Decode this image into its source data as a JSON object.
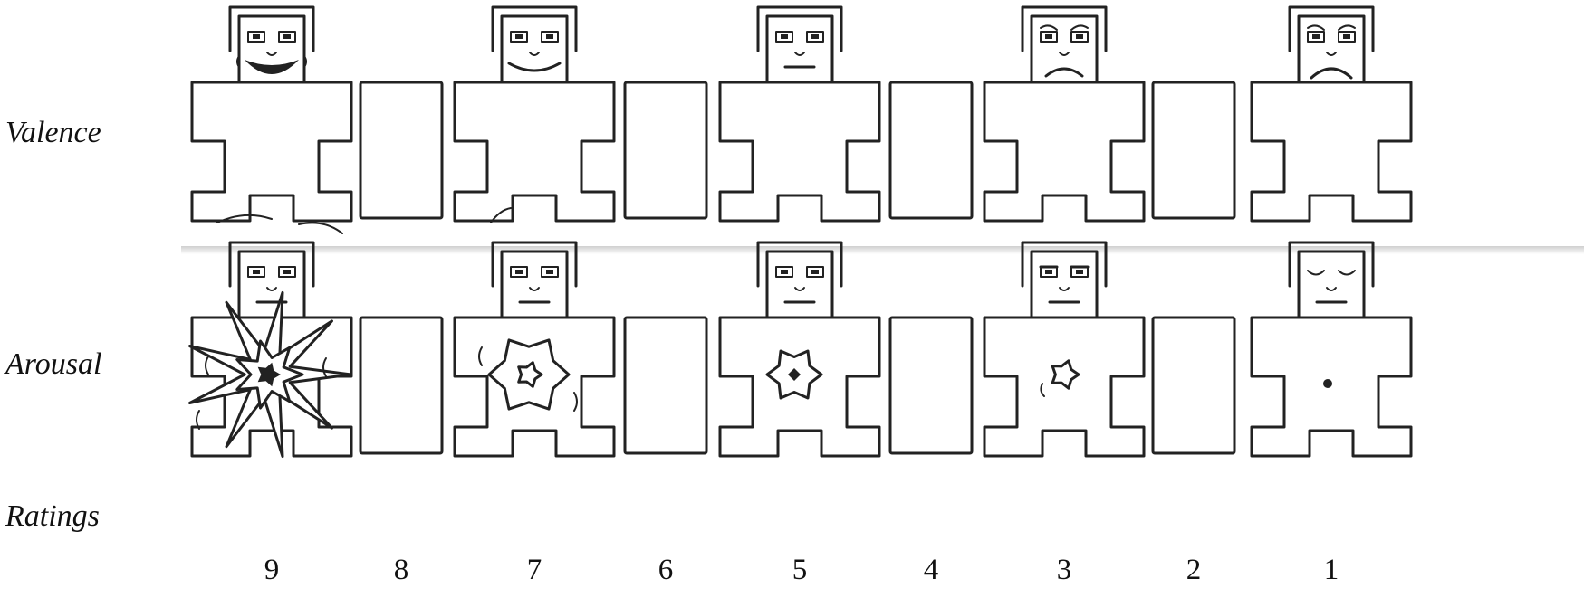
{
  "labels": {
    "valence": "Valence",
    "arousal": "Arousal",
    "ratings": "Ratings"
  },
  "ratings": [
    "9",
    "8",
    "7",
    "6",
    "5",
    "4",
    "3",
    "2",
    "1"
  ],
  "figures": {
    "valence": [
      {
        "kind": "figure",
        "face": "very-happy"
      },
      {
        "kind": "box"
      },
      {
        "kind": "figure",
        "face": "happy"
      },
      {
        "kind": "box"
      },
      {
        "kind": "figure",
        "face": "neutral"
      },
      {
        "kind": "box"
      },
      {
        "kind": "figure",
        "face": "sad"
      },
      {
        "kind": "box"
      },
      {
        "kind": "figure",
        "face": "very-sad"
      }
    ],
    "arousal": [
      {
        "kind": "figure",
        "face": "excited",
        "burst": "explosion"
      },
      {
        "kind": "box"
      },
      {
        "kind": "figure",
        "face": "alert",
        "burst": "large-blob"
      },
      {
        "kind": "box"
      },
      {
        "kind": "figure",
        "face": "neutral",
        "burst": "medium-blob"
      },
      {
        "kind": "box"
      },
      {
        "kind": "figure",
        "face": "relaxed",
        "burst": "small-blob"
      },
      {
        "kind": "box"
      },
      {
        "kind": "figure",
        "face": "sleepy",
        "burst": "dot"
      }
    ]
  }
}
